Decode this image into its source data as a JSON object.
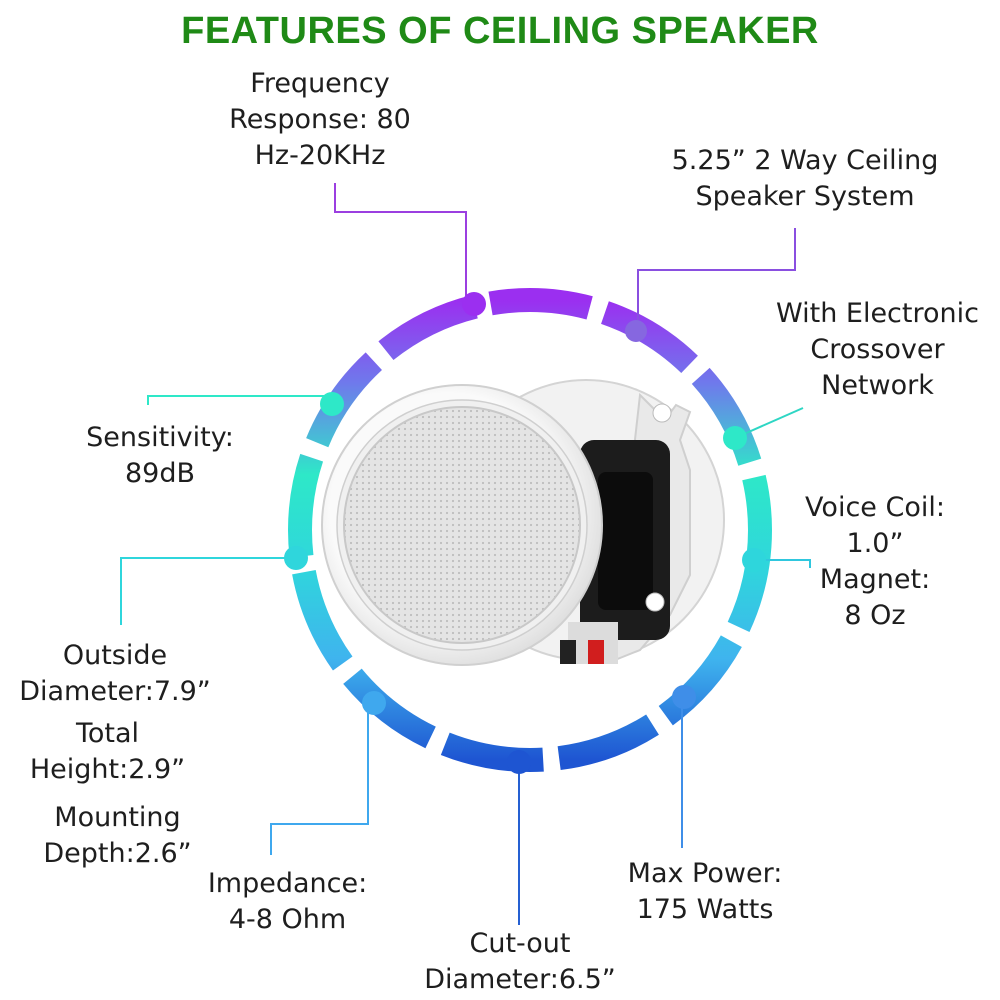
{
  "header": {
    "title": "FEATURES OF CEILING SPEAKER"
  },
  "features": {
    "frequency": [
      "Frequency",
      "Response: 80",
      "Hz-20KHz"
    ],
    "system": [
      "5.25” 2 Way Ceiling",
      "Speaker System"
    ],
    "crossover": [
      "With Electronic",
      "Crossover",
      "Network"
    ],
    "sensitivity": [
      "Sensitivity:",
      "89dB"
    ],
    "voice_coil": [
      "Voice Coil:",
      "1.0”",
      "Magnet:",
      "8 Oz"
    ],
    "outside_diameter": [
      "Outside",
      "Diameter:7.9”"
    ],
    "total_height": [
      "Total",
      "Height:2.9”"
    ],
    "mounting_depth": [
      "Mounting",
      "Depth:2.6”"
    ],
    "impedance": [
      "Impedance:",
      "4-8 Ohm"
    ],
    "cutout": [
      "Cut-out",
      "Diameter:6.5”"
    ],
    "max_power": [
      "Max Power:",
      "175 Watts"
    ]
  },
  "colors": {
    "title": "#1f8a16",
    "ring_top": "#9b2ff0",
    "ring_upper": "#6f79ec",
    "ring_middle": "#2ee8c8",
    "ring_lower": "#3fb4ee",
    "ring_bottom": "#1e55d2",
    "speaker_grille": "#e6e6e6",
    "speaker_trim": "#f4f4f4",
    "terminal_red": "#d11e1e"
  },
  "image": {
    "subject": "ceiling-speaker-photo"
  }
}
